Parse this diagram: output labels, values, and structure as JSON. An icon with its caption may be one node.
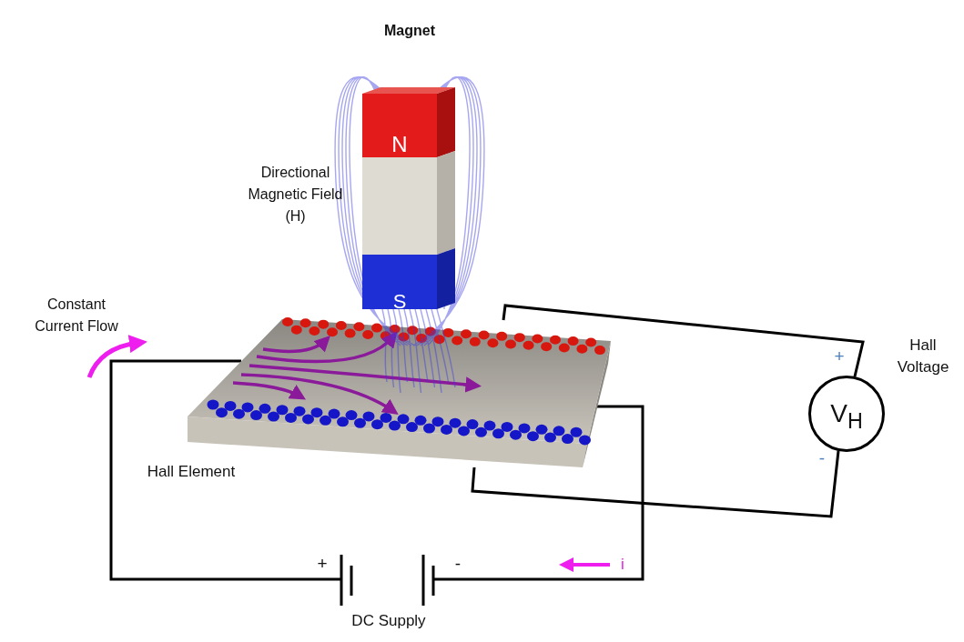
{
  "diagram": {
    "nodes": [
      {
        "text": [
          "Magnet",
          "N",
          "S"
        ]
      },
      {
        "text": [
          "Hall Element"
        ]
      },
      {
        "text": [
          "DC Supply"
        ]
      },
      {
        "text": [
          "V$_{H}$"
        ],
        "beside": [
          "Hall Voltage"
        ]
      }
    ],
    "edges": [
      {
        "from": 1,
        "to": 2,
        "arrow": "none"
      },
      {
        "from": 2,
        "to": 1,
        "arrow": "none"
      },
      {
        "from": 1,
        "to": 3,
        "arrow": "none"
      },
      {
        "from": 3,
        "to": 1,
        "arrow": "none"
      }
    ],
    "labels": [
      "Directional Magnetic Field (H)",
      "Constant Current Flow",
      "+",
      "-",
      "+",
      "-",
      "i"
    ]
  }
}
